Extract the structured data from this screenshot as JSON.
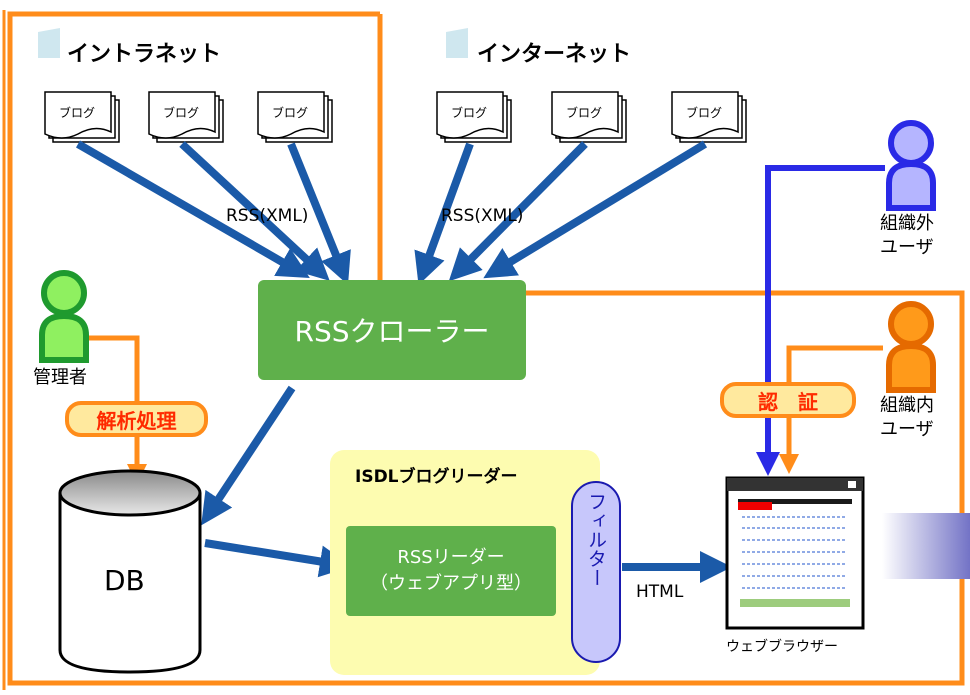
{
  "sections": {
    "intranet": "イントラネット",
    "internet": "インターネット"
  },
  "blog_label": "ブログ",
  "rss_xml_label": "RSS(XML)",
  "crawler_label": "RSSクローラー",
  "admin": {
    "label": "管理者",
    "process_label": "解析処理"
  },
  "db_label": "DB",
  "reader": {
    "title": "ISDLブログリーダー",
    "rss_reader_line1": "RSSリーダー",
    "rss_reader_line2": "（ウェブアプリ型）",
    "filter_label": "フィルター"
  },
  "html_label": "HTML",
  "browser_label": "ウェブブラウザー",
  "auth_label": "認　証",
  "external_user": {
    "line1": "組織外",
    "line2": "ユーザ"
  },
  "internal_user": {
    "line1": "組織内",
    "line2": "ユーザ"
  },
  "colors": {
    "orange": "#ff8c1a",
    "green": "#5fb04b",
    "blue_arrow": "#1b5aa8",
    "blue_user": "#2a2ae6",
    "reader_bg": "#fdfcb0",
    "filter_bg": "#c7c7fb",
    "auth_text": "#ff2a00"
  },
  "icons": [
    "section-marker-icon",
    "document-stack-icon",
    "person-icon",
    "database-icon",
    "browser-window-icon"
  ]
}
